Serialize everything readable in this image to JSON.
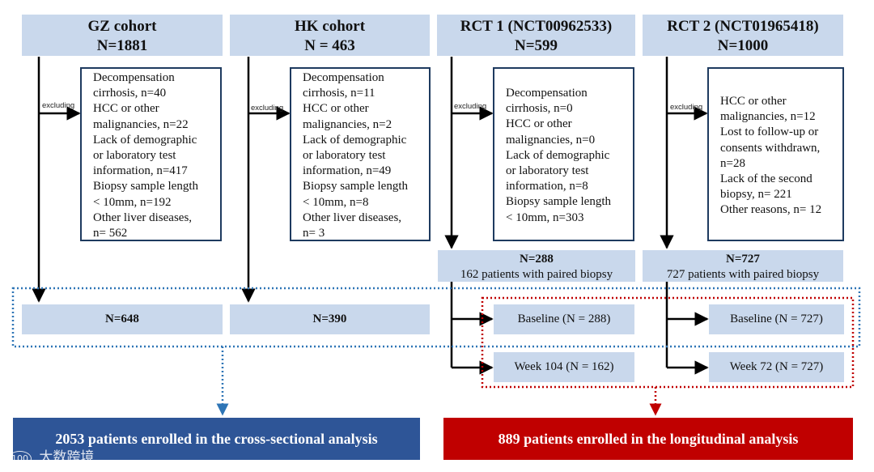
{
  "cohorts": [
    {
      "title": "GZ cohort",
      "n": "N=1881",
      "excluding_label": "excluding",
      "exclusions": [
        "Decompensation",
        "cirrhosis, n=40",
        "HCC or other",
        "malignancies, n=22",
        "Lack of demographic",
        "or laboratory test",
        "information, n=417",
        "Biopsy sample length",
        "< 10mm, n=192",
        "Other liver diseases,",
        "n= 562"
      ],
      "final": "N=648"
    },
    {
      "title": "HK cohort",
      "n": "N = 463",
      "excluding_label": "excluding",
      "exclusions": [
        "Decompensation",
        "cirrhosis, n=11",
        "HCC or other",
        "malignancies, n=2",
        "Lack of demographic",
        "or laboratory test",
        "information, n=49",
        "Biopsy sample length",
        "< 10mm, n=8",
        "Other liver diseases,",
        "n= 3"
      ],
      "final": "N=390"
    },
    {
      "title": "RCT 1 (NCT00962533)",
      "n": "N=599",
      "excluding_label": "excluding",
      "exclusions": [
        "Decompensation",
        "cirrhosis, n=0",
        "HCC or other",
        "malignancies, n=0",
        "Lack of demographic",
        "or laboratory test",
        "information, n=8",
        "Biopsy sample length",
        "< 10mm, n=303"
      ],
      "mid_n": "N=288",
      "mid_desc": "162 patients with paired biopsy",
      "baseline": "Baseline (N = 288)",
      "followup": "Week 104 (N = 162)"
    },
    {
      "title": "RCT 2 (NCT01965418)",
      "n": "N=1000",
      "excluding_label": "excluding",
      "exclusions": [
        "HCC or other",
        "malignancies, n=12",
        "Lost to follow-up or",
        "consents withdrawn,",
        "n=28",
        "Lack of the second",
        "biopsy, n= 221",
        "Other reasons, n= 12"
      ],
      "mid_n": "N=727",
      "mid_desc": "727 patients with paired biopsy",
      "baseline": "Baseline (N = 727)",
      "followup": "Week 72 (N = 727)"
    }
  ],
  "outcomes": {
    "cross_sectional": "2053 patients enrolled in the cross-sectional analysis",
    "longitudinal": "889 patients enrolled in the longitudinal analysis"
  },
  "watermark": "大数跨境",
  "watermark_logo": "100",
  "colors": {
    "header_fill": "#c9d8ec",
    "cross_sectional_banner": "#2e5597",
    "longitudinal_banner": "#c00000",
    "blue_dotted": "#2e75b6",
    "red_dotted": "#c00000"
  }
}
